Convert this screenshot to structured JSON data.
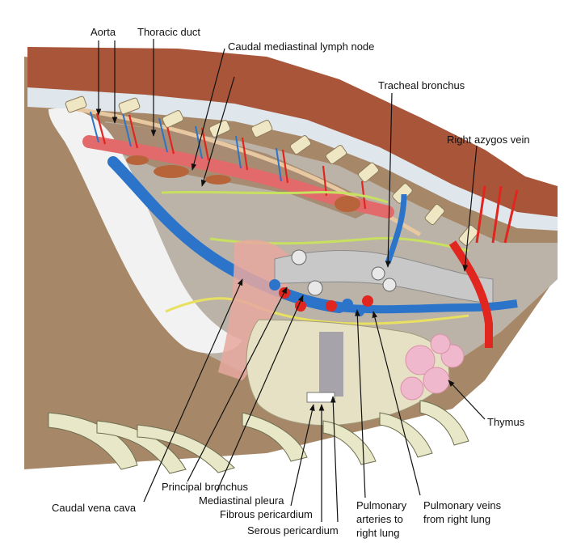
{
  "labels": {
    "aorta": "Aorta",
    "thoracic_duct": "Thoracic duct",
    "caudal_mediastinal_lymph_node": "Caudal mediastinal lymph node",
    "tracheal_bronchus": "Tracheal bronchus",
    "right_azygos_vein": "Right azygos vein",
    "thymus": "Thymus",
    "caudal_vena_cava": "Caudal vena cava",
    "principal_bronchus": "Principal bronchus",
    "mediastinal_pleura": "Mediastinal pleura",
    "fibrous_pericardium": "Fibrous pericardium",
    "serous_pericardium": "Serous pericardium",
    "pulmonary_arteries_line1": "Pulmonary",
    "pulmonary_arteries_line2": "arteries to",
    "pulmonary_arteries_line3": "right lung",
    "pulmonary_veins_line1": "Pulmonary veins",
    "pulmonary_veins_line2": "from right lung"
  },
  "colors": {
    "back_muscle": "#a9553a",
    "body_wall": "#a68868",
    "diaphragm": "#f2f2f2",
    "vein_blue": "#2c74c9",
    "artery_red": "#e0261e",
    "nerve_yellow": "#e8e060",
    "vertebra": "#efe6c4",
    "rib": "#e8e8c8",
    "thymus_pink": "#f0b8cc",
    "lymph_node": "#b8643a",
    "pericardium": "#e6e1c4",
    "trachea_grey": "#c8c8c8",
    "pleura_pink": "#e8a8a0",
    "leader_line": "#111111"
  }
}
